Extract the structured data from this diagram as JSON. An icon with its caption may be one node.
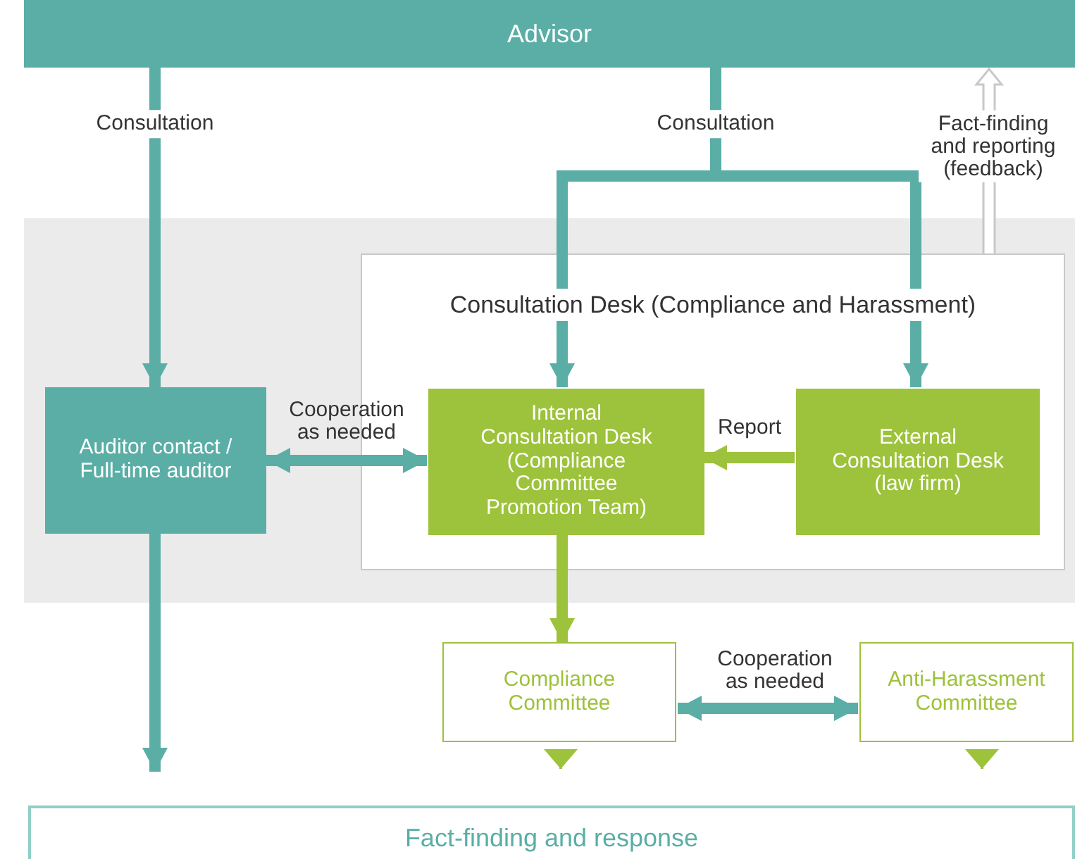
{
  "diagram": {
    "nodes": [
      {
        "text": [
          "Advisor"
        ]
      },
      {
        "text": [
          "Consultation Desk (Compliance and Harassment)"
        ]
      },
      {
        "text": [
          "Auditor contact / Full-time auditor"
        ]
      },
      {
        "text": [
          "Internal Consultation Desk (Compliance Committee Promotion Team)"
        ],
        "in": 1
      },
      {
        "text": [
          "External Consultation Desk (law firm)"
        ],
        "in": 1
      },
      {
        "text": [
          "Compliance Committee"
        ]
      },
      {
        "text": [
          "Anti-Harassment Committee"
        ]
      },
      {
        "text": [
          "Fact-finding and response"
        ]
      }
    ],
    "edges": [
      {
        "from": 0,
        "to": 2,
        "arrow": "to",
        "label": "Consultation"
      },
      {
        "from": 0,
        "to": 3,
        "arrow": "to",
        "label": "Consultation"
      },
      {
        "from": 0,
        "to": 4,
        "arrow": "to"
      },
      {
        "from": 1,
        "to": 0,
        "arrow": "to",
        "label": "Fact-finding and reporting (feedback)",
        "color": "#c8c8c8"
      },
      {
        "from": 2,
        "to": 3,
        "arrow": "both",
        "label": "Cooperation as needed"
      },
      {
        "from": 4,
        "to": 3,
        "arrow": "to",
        "label": "Report",
        "color": "#9dc23b"
      },
      {
        "from": 3,
        "to": 5,
        "arrow": "to",
        "color": "#9dc23b"
      },
      {
        "from": 5,
        "to": 6,
        "arrow": "both",
        "label": "Cooperation as needed"
      },
      {
        "from": 2,
        "to": 7,
        "arrow": "to"
      },
      {
        "from": 5,
        "to": 7,
        "arrow": "to",
        "color": "#9dc23b"
      },
      {
        "from": 6,
        "to": 7,
        "arrow": "to",
        "color": "#9dc23b"
      }
    ]
  }
}
